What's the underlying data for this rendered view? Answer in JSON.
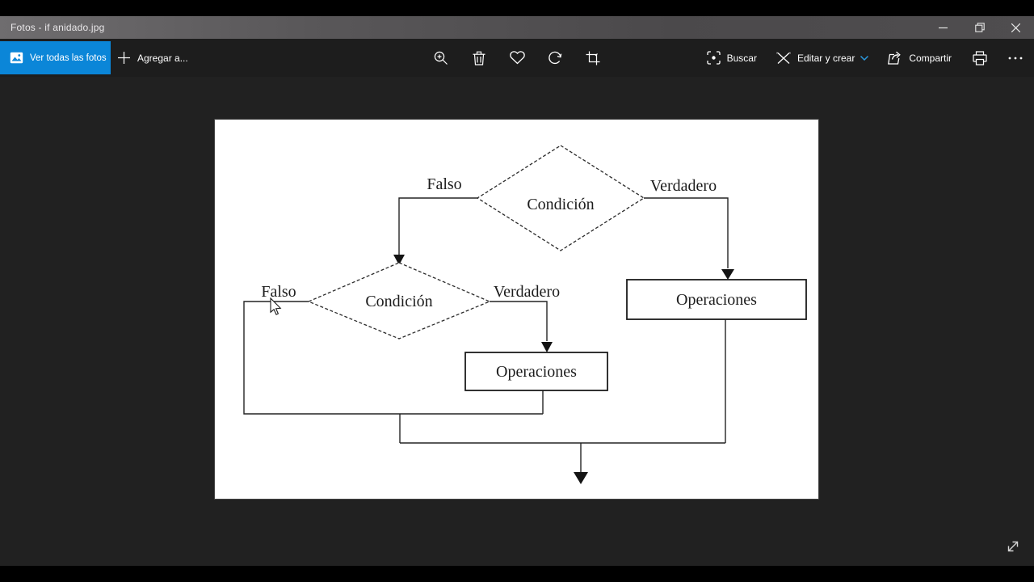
{
  "window": {
    "title": "Fotos - if anidado.jpg"
  },
  "toolbar": {
    "view_all_label": "Ver todas las fotos",
    "add_to_label": "Agregar a...",
    "search_label": "Buscar",
    "edit_create_label": "Editar y crear",
    "share_label": "Compartir"
  },
  "colors": {
    "accent_blue": "#0b86d8",
    "chevron_blue": "#2b98dd",
    "toolbar_bg": "#1d1d1d",
    "canvas_bg": "#212121",
    "titlebar_gray": "#4f4d4f"
  },
  "diagram": {
    "condition_top": {
      "label": "Condición"
    },
    "condition_nested": {
      "label": "Condición"
    },
    "false_top": {
      "label": "Falso"
    },
    "true_top": {
      "label": "Verdadero"
    },
    "false_nested": {
      "label": "Falso"
    },
    "true_nested": {
      "label": "Verdadero"
    },
    "operations_true": {
      "label": "Operaciones"
    },
    "operations_nested": {
      "label": "Operaciones"
    }
  }
}
